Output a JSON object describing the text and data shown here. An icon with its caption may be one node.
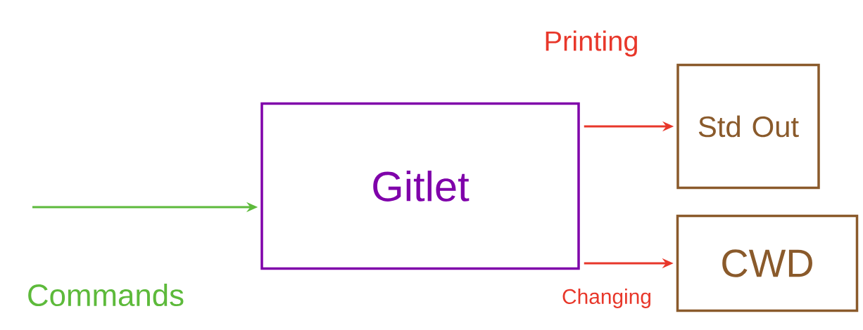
{
  "diagram": {
    "nodes": [
      {
        "text": [
          "Gitlet"
        ]
      },
      {
        "text": [
          "Std Out"
        ]
      },
      {
        "text": [
          "CWD"
        ]
      }
    ],
    "edges": [
      {
        "from": null,
        "to": 0,
        "arrow": "to",
        "label": "Commands",
        "color": "#5dba3b"
      },
      {
        "from": 0,
        "to": 1,
        "arrow": "to",
        "label": "Printing"
      },
      {
        "from": 0,
        "to": 2,
        "arrow": "to",
        "label": "Changing"
      }
    ]
  }
}
